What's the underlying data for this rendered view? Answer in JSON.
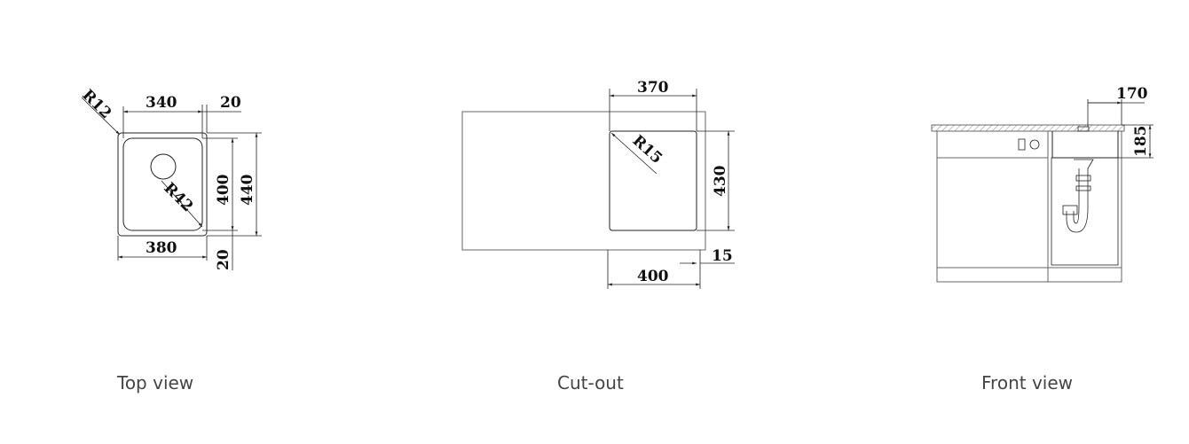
{
  "views": {
    "top": {
      "caption": "Top view",
      "radius_outer": "R12",
      "radius_drain": "R42",
      "width_inner": "340",
      "rim_width": "20",
      "depth_inner": "400",
      "depth_outer": "440",
      "width_outer": "380",
      "rim_bottom": "20"
    },
    "cutout": {
      "caption": "Cut-out",
      "cutout_width": "370",
      "corner_radius": "R15",
      "cutout_depth": "430",
      "offset": "15",
      "cabinet_width": "400"
    },
    "front": {
      "caption": "Front view",
      "drain_offset": "170",
      "bowl_depth": "185"
    }
  },
  "colors": {
    "line": "#222222",
    "caption": "#444444",
    "hatch": "#888888"
  }
}
